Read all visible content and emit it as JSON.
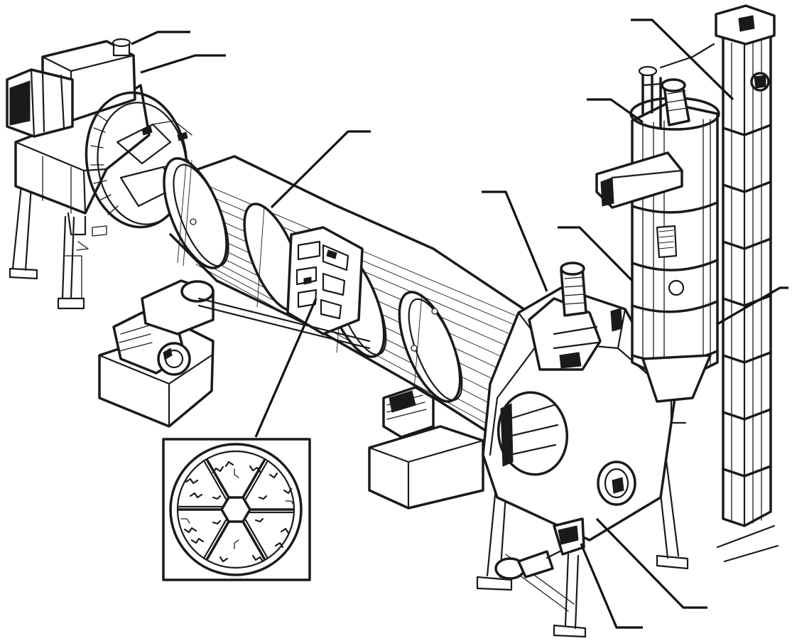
{
  "figure": {
    "background": "#ffffff",
    "ink": "#1a1a1a",
    "components": [
      {
        "id": "feed-chamber",
        "icon": "hood-icon"
      },
      {
        "id": "burner-pipe",
        "icon": "pipe-icon"
      },
      {
        "id": "rotating-drum",
        "icon": "cylinder-icon"
      },
      {
        "id": "discharge-chamber",
        "icon": "housing-icon"
      },
      {
        "id": "cyclone",
        "icon": "cyclone-icon"
      },
      {
        "id": "bucket-elevator",
        "icon": "elevator-icon"
      },
      {
        "id": "drive-unit",
        "icon": "motor-icon"
      },
      {
        "id": "drum-cross-section-inset",
        "icon": "cross-section-icon"
      }
    ],
    "leader_count": 11
  }
}
